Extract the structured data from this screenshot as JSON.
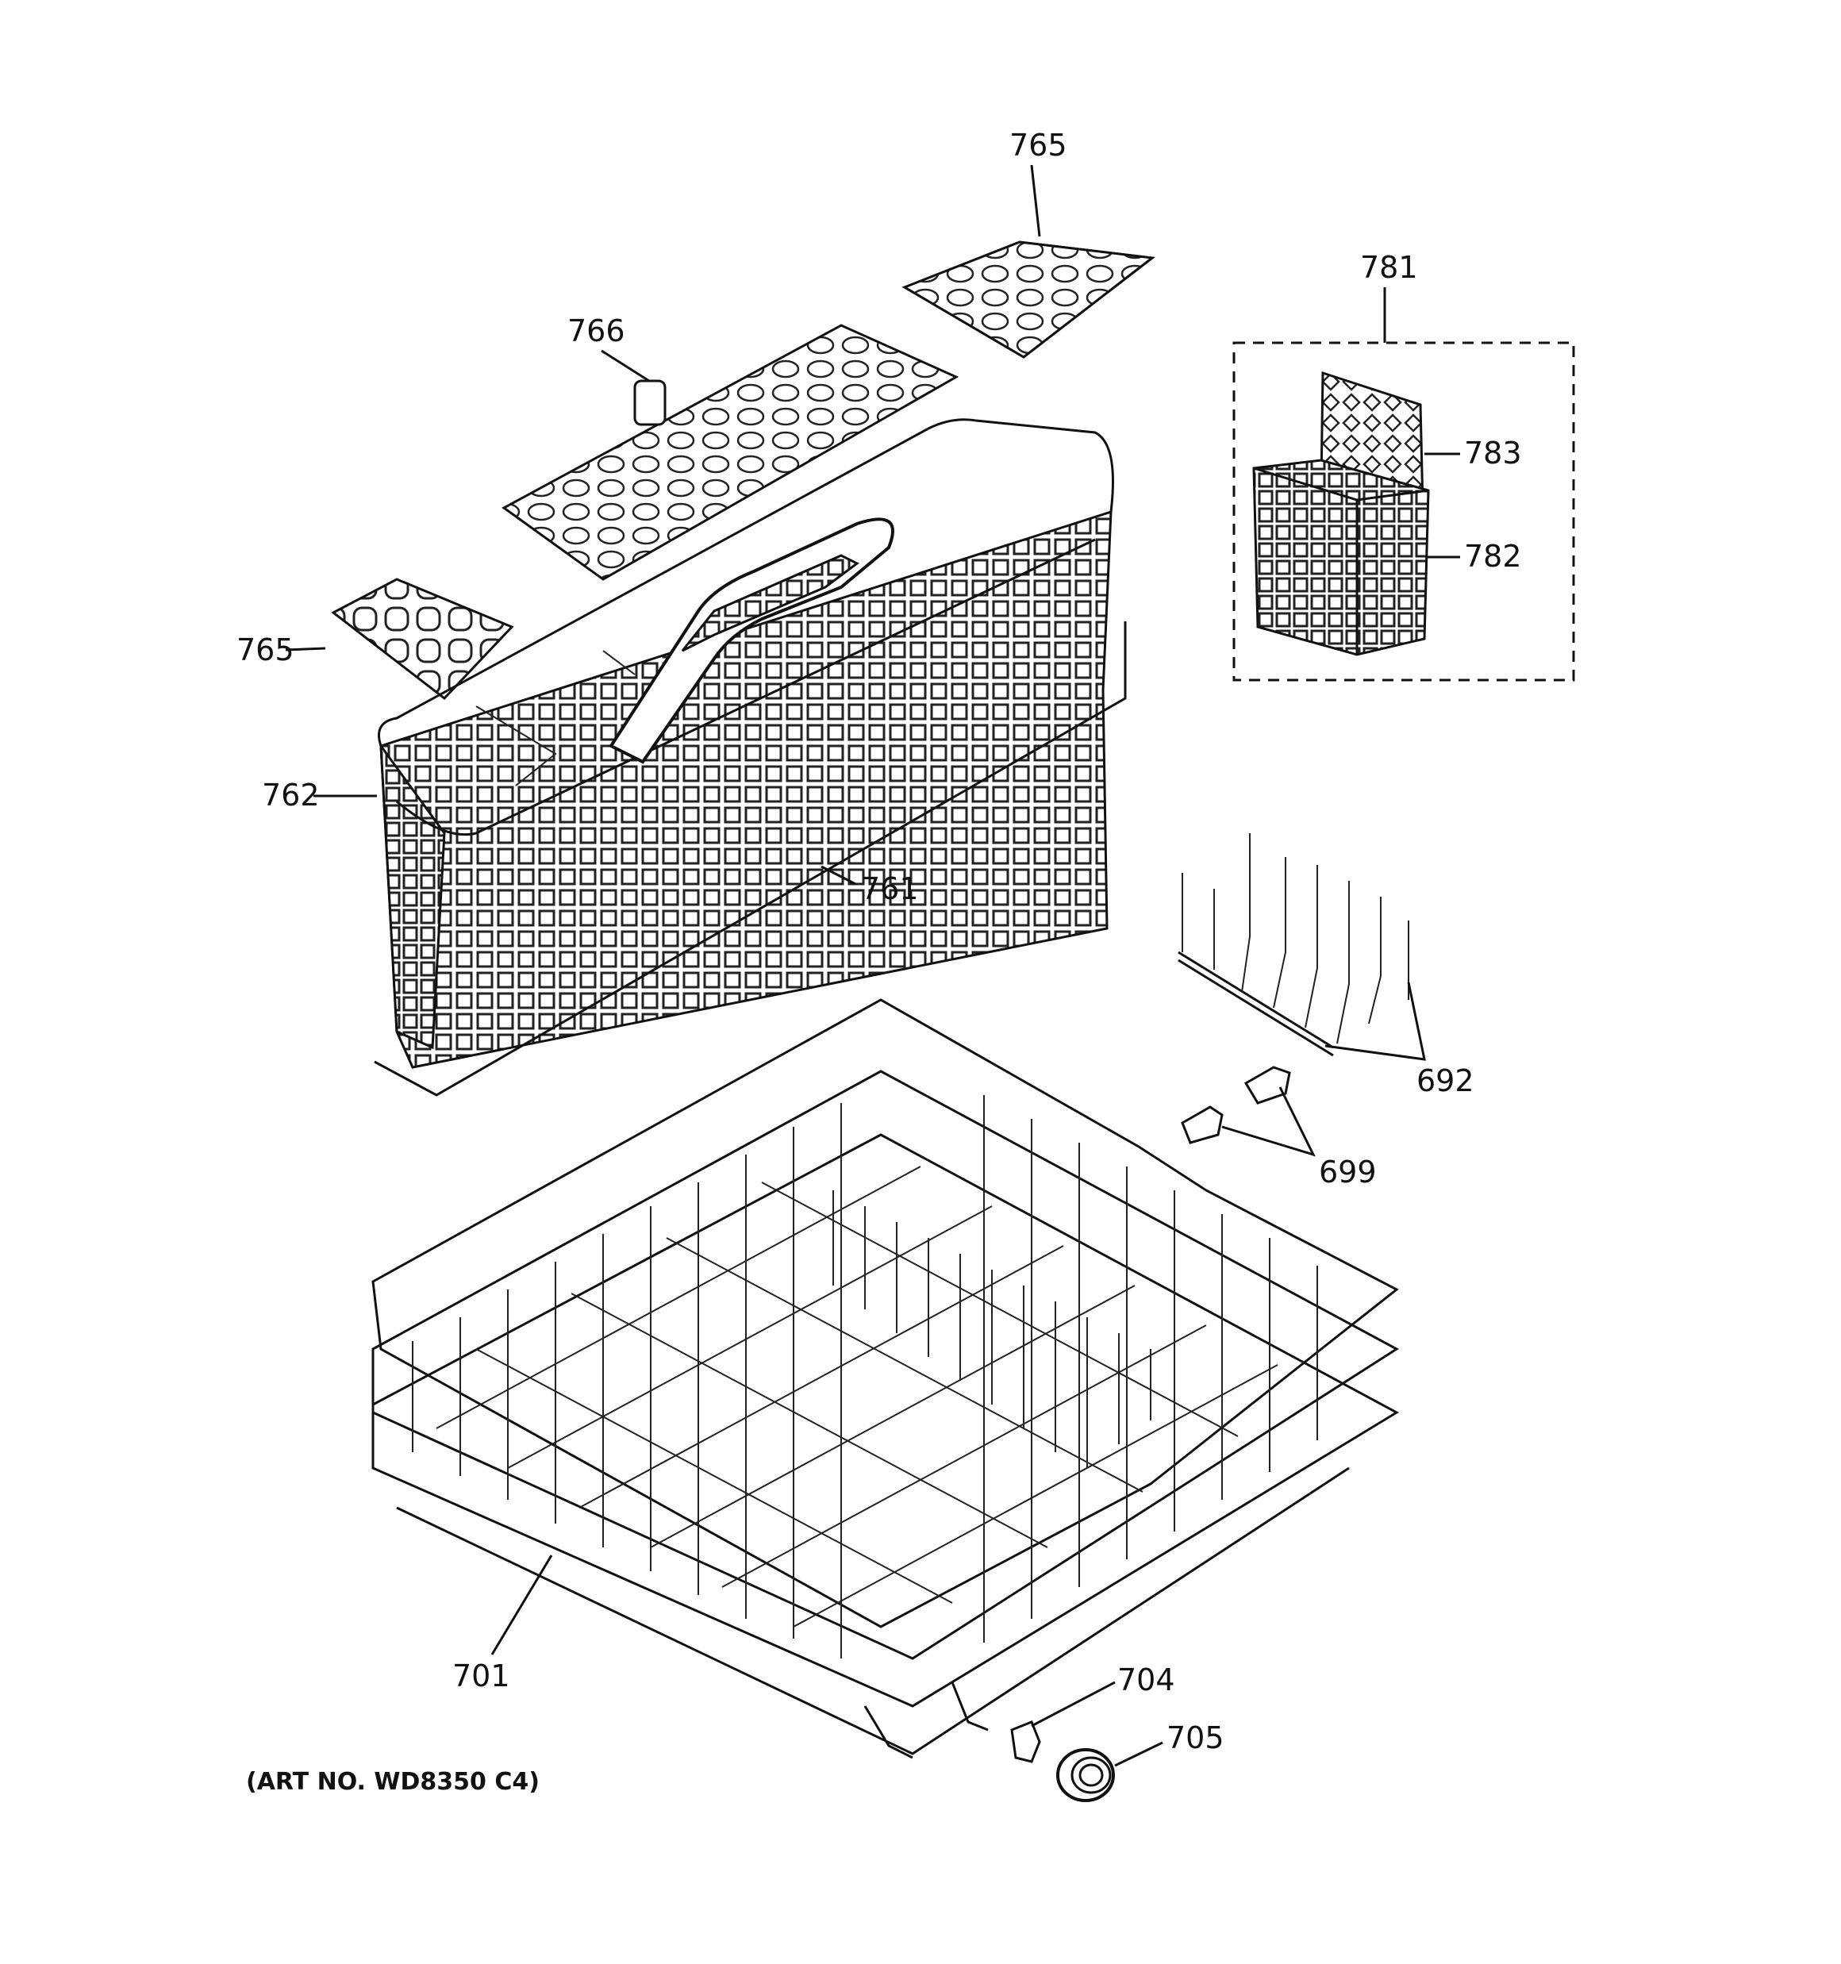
{
  "diagram": {
    "callouts": {
      "c765_top": "765",
      "c781": "781",
      "c766": "766",
      "c783": "783",
      "c782": "782",
      "c765_left": "765",
      "c762": "762",
      "c761": "761",
      "c692": "692",
      "c699": "699",
      "c701": "701",
      "c704": "704",
      "c705": "705"
    },
    "art_number": "(ART NO. WD8350 C4)"
  }
}
